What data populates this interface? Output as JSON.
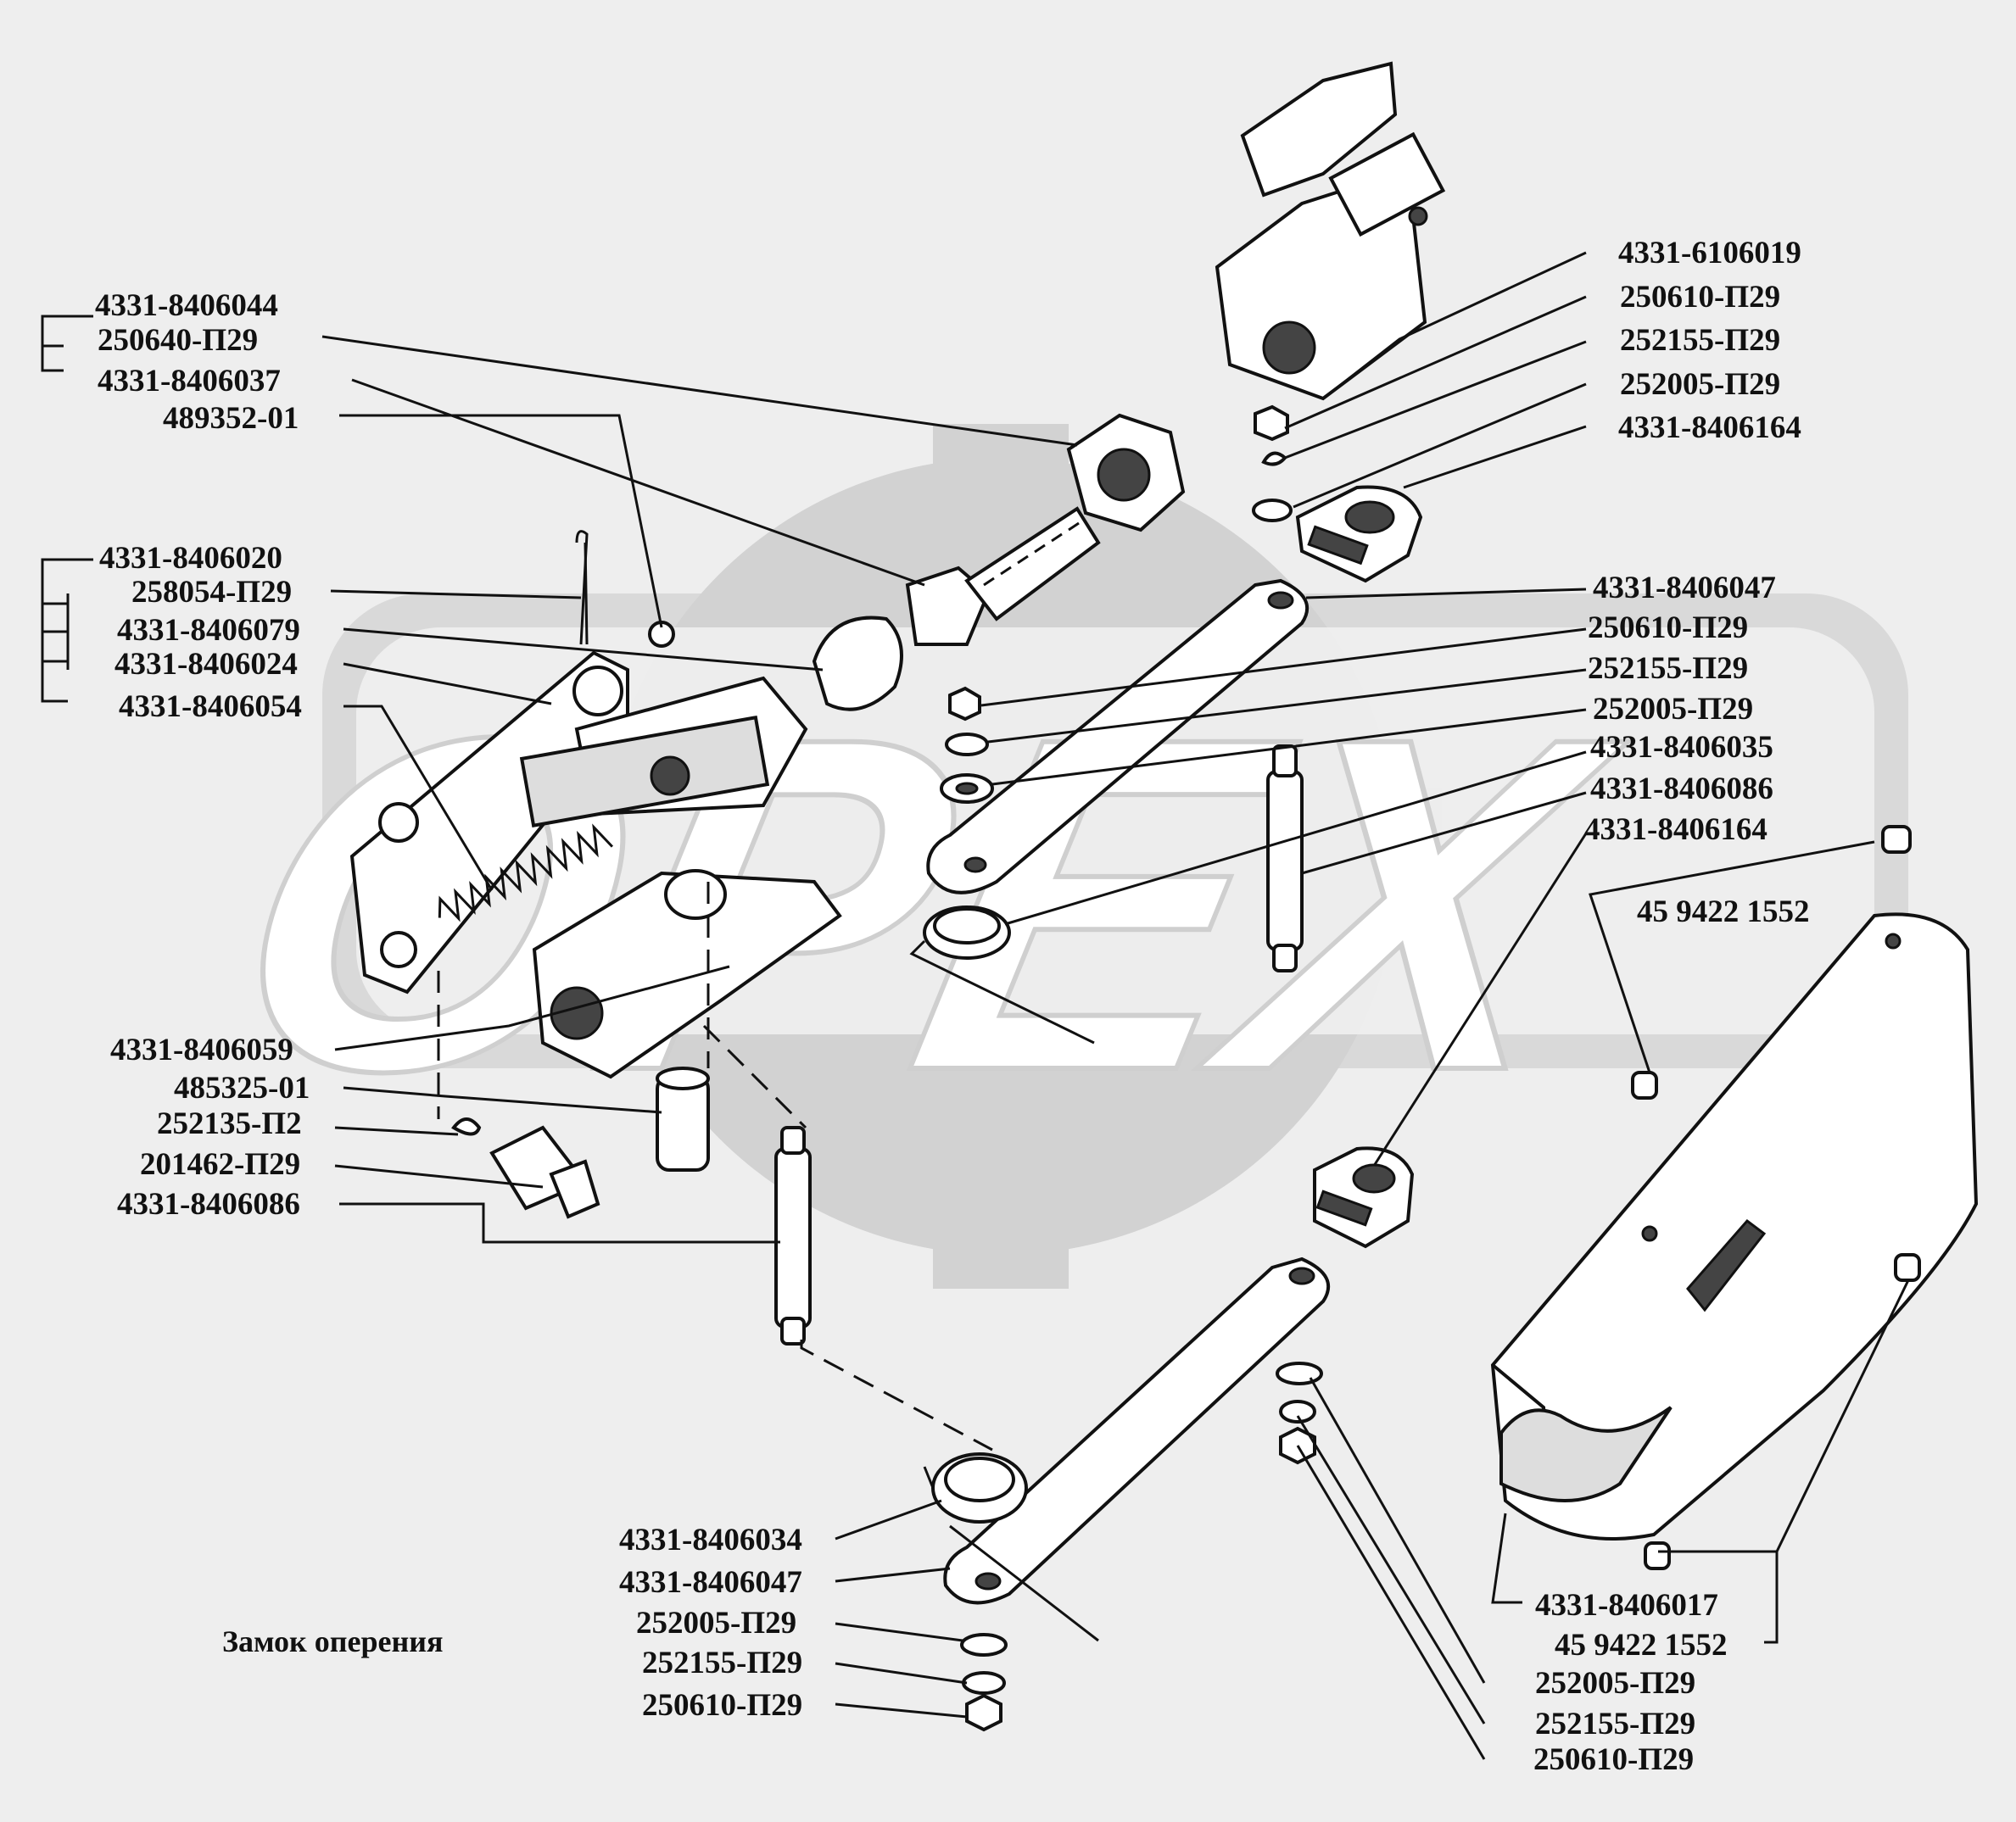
{
  "title": "Замок оперения",
  "watermark": "OPEX",
  "labels": {
    "l01": "4331-8406044",
    "l02": "250640-П29",
    "l03": "4331-8406037",
    "l04": "489352-01",
    "l05": "4331-8406020",
    "l06": "258054-П29",
    "l07": "4331-8406079",
    "l08": "4331-8406024",
    "l09": "4331-8406054",
    "l10": "4331-8406059",
    "l11": "485325-01",
    "l12": "252135-П2",
    "l13": "201462-П29",
    "l14": "4331-8406086",
    "r01": "4331-6106019",
    "r02": "250610-П29",
    "r03": "252155-П29",
    "r04": "252005-П29",
    "r05": "4331-8406164",
    "r06": "4331-8406047",
    "r07": "250610-П29",
    "r08": "252155-П29",
    "r09": "252005-П29",
    "r10": "4331-8406035",
    "r11": "4331-8406086",
    "r12": "4331-8406164",
    "r13": "45 9422 1552",
    "b01": "4331-8406034",
    "b02": "4331-8406047",
    "b03": "252005-П29",
    "b04": "252155-П29",
    "b05": "250610-П29",
    "b06": "4331-8406017",
    "b07": "45 9422 1552",
    "b08": "252005-П29",
    "b09": "252155-П29",
    "b10": "250610-П29"
  }
}
